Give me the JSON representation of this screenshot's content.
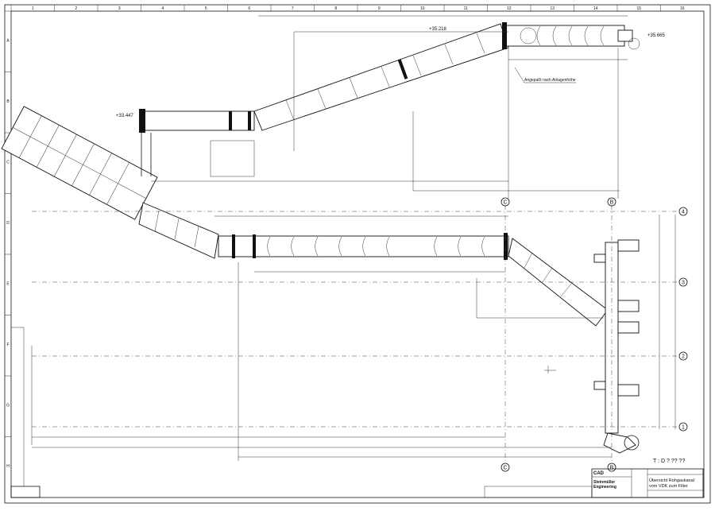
{
  "drawing": {
    "title_line1": "Übersicht Rohgaskanal",
    "title_line2": "vom VDK zum Filter",
    "cad_label": "CAD",
    "company_line1": "Steinmüller",
    "company_line2": "Engineering",
    "stamp_text": "T : D ? ?? ??"
  },
  "elevations": {
    "top_right": "+35.665",
    "top_middle": "+35.218",
    "left": "+33.447"
  },
  "grid_axes": {
    "rows": [
      "4",
      "3",
      "2",
      "1"
    ],
    "cols": [
      "C",
      "B"
    ]
  },
  "ruler": {
    "top": [
      "1",
      "2",
      "3",
      "4",
      "5",
      "6",
      "7",
      "8",
      "9",
      "10",
      "11",
      "12",
      "13",
      "14",
      "15",
      "16"
    ],
    "side": [
      "A",
      "B",
      "C",
      "D",
      "E",
      "F",
      "G",
      "H"
    ]
  },
  "notes": {
    "leader_note": "Angepaßt nach Anlagenhöhe"
  }
}
